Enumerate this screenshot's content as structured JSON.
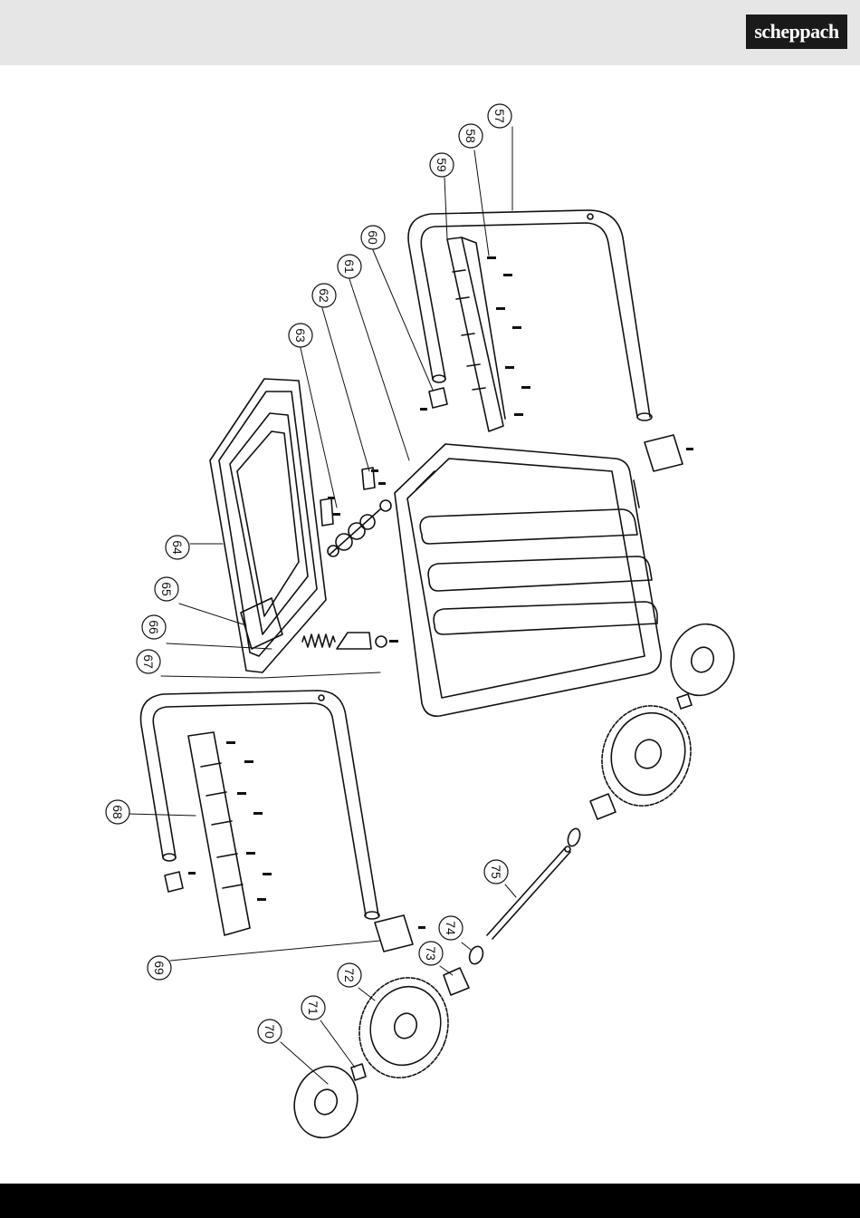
{
  "header": {
    "brand": "scheppach"
  },
  "callouts": [
    {
      "id": "57",
      "label": "57"
    },
    {
      "id": "58",
      "label": "58"
    },
    {
      "id": "59",
      "label": "59"
    },
    {
      "id": "60",
      "label": "60"
    },
    {
      "id": "61",
      "label": "61"
    },
    {
      "id": "62",
      "label": "62"
    },
    {
      "id": "63",
      "label": "63"
    },
    {
      "id": "64",
      "label": "64"
    },
    {
      "id": "65",
      "label": "65"
    },
    {
      "id": "66",
      "label": "66"
    },
    {
      "id": "67",
      "label": "67"
    },
    {
      "id": "68",
      "label": "68"
    },
    {
      "id": "69",
      "label": "69"
    },
    {
      "id": "70",
      "label": "70"
    },
    {
      "id": "71",
      "label": "71"
    },
    {
      "id": "72",
      "label": "72"
    },
    {
      "id": "73",
      "label": "73"
    },
    {
      "id": "74",
      "label": "74"
    },
    {
      "id": "75",
      "label": "75"
    }
  ]
}
